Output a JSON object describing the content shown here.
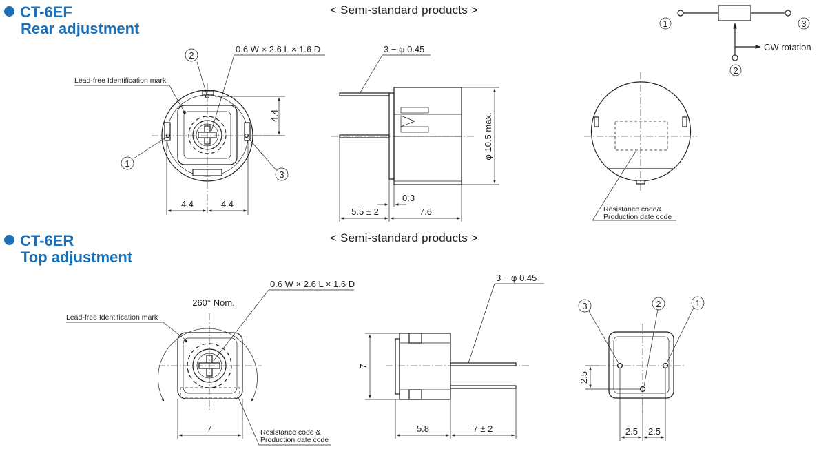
{
  "sections": [
    {
      "model": "CT-6EF",
      "subtitle": "Rear adjustment",
      "semi_standard": "< Semi-standard products >",
      "labels": {
        "lead_free": "Lead-free Identification mark",
        "pin_spec": "0.6 W × 2.6 L × 1.6 D",
        "pin_dia": "3 − φ 0.45",
        "height": "φ 10.5 max.",
        "resistance_code": "Resistance code&",
        "production_code": "Production date code",
        "cw_rotation": "CW rotation"
      },
      "dims": {
        "d_4_4_v": "4.4",
        "d_4_4_left": "4.4",
        "d_4_4_right": "4.4",
        "d_0_3": "0.3",
        "d_5_5": "5.5 ± 2",
        "d_7_6": "7.6"
      }
    },
    {
      "model": "CT-6ER",
      "subtitle": "Top adjustment",
      "semi_standard": "< Semi-standard products >",
      "labels": {
        "rotation": "260° Nom.",
        "lead_free": "Lead-free Identification mark",
        "pin_spec": "0.6 W × 2.6 L × 1.6 D",
        "pin_dia": "3 − φ 0.45",
        "resistance_code": "Resistance code &",
        "production_code": "Production date code"
      },
      "dims": {
        "d_7_front": "7",
        "d_7_side": "7",
        "d_5_8": "5.8",
        "d_7_2": "7 ± 2",
        "d_2_5_v": "2.5",
        "d_2_5_a": "2.5",
        "d_2_5_b": "2.5"
      }
    }
  ],
  "pins": {
    "p1": "1",
    "p2": "2",
    "p3": "3"
  },
  "colors": {
    "heading": "#1b6fb6",
    "line": "#231f20",
    "background": "#ffffff"
  }
}
